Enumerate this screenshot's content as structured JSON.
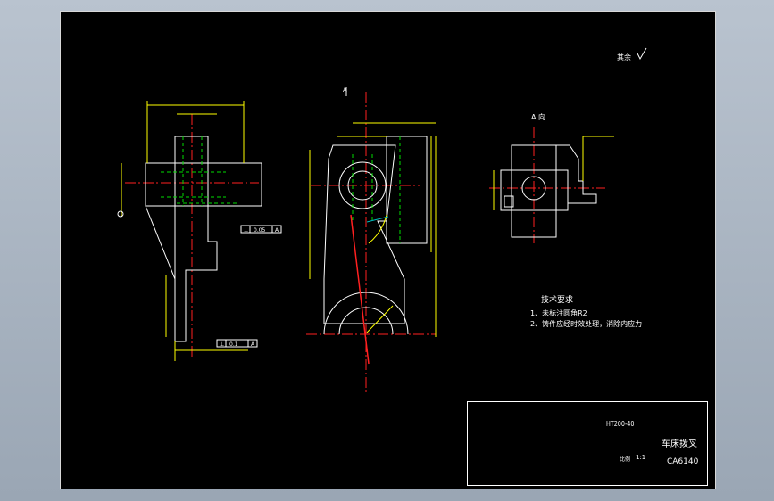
{
  "sheet": {
    "other_label": "其余",
    "view_label": "A 向",
    "view_arrow_label": "A",
    "tech_requirements": {
      "title": "技术要求",
      "items": [
        "1、未标注圆角R2",
        "2、铸件应经时效处理，消除内应力"
      ]
    },
    "tolerances": [
      {
        "symbol": "⊥",
        "value": "0.05",
        "datum": "A"
      },
      {
        "symbol": "⊥",
        "value": "0.1",
        "datum": "A"
      }
    ]
  },
  "title_block": {
    "material": "HT200-40",
    "part_name": "车床拨叉",
    "scale_label": "比例",
    "scale_value": "1:1",
    "drawing_number": "CA6140"
  },
  "colors": {
    "outline": "#ffffff",
    "center_line": "#ff2020",
    "hidden_line": "#00dd00",
    "dimension": "#ffff00",
    "hatch": "#00bbbb"
  }
}
